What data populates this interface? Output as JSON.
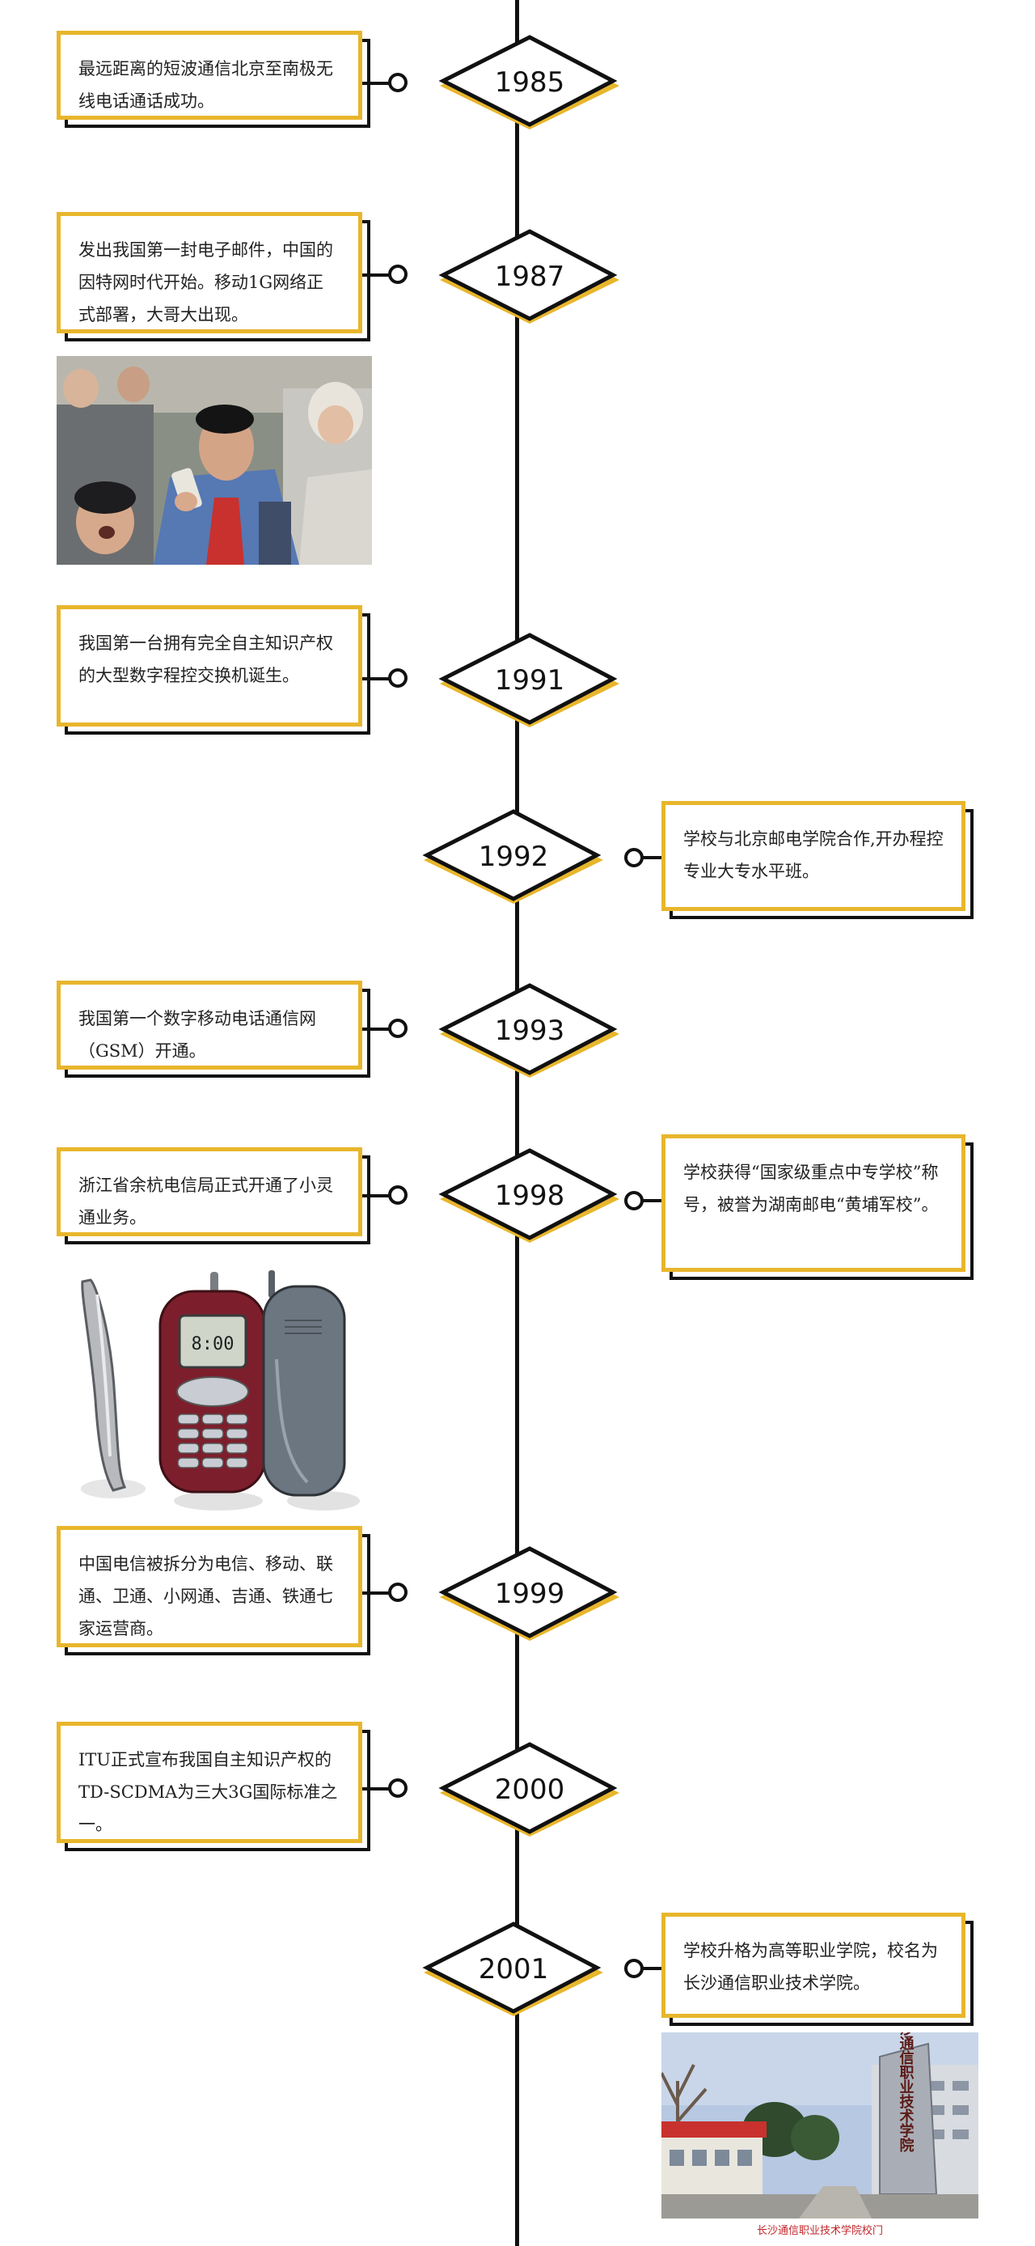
{
  "timeline": [
    {
      "id": "1985",
      "year": "1985",
      "text": "最远距离的短波通信北京至南极无线电话通话成功。"
    },
    {
      "id": "1987",
      "year": "1987",
      "text": "发出我国第一封电子邮件，中国的因特网时代开始。移动1G网络正式部署，大哥大出现。"
    },
    {
      "id": "1991",
      "year": "1991",
      "text": "我国第一台拥有完全自主知识产权的大型数字程控交换机诞生。"
    },
    {
      "id": "1992",
      "year": "1992",
      "text": "学校与北京邮电学院合作,开办程控专业大专水平班。"
    },
    {
      "id": "1993",
      "year": "1993",
      "text": "我国第一个数字移动电话通信网（GSM）开通。"
    },
    {
      "id": "1998",
      "year": "1998",
      "text_left": "浙江省余杭电信局正式开通了小灵通业务。",
      "text_right": "学校获得“国家级重点中专学校”称号，被誉为湖南邮电“黄埔军校”。"
    },
    {
      "id": "1999",
      "year": "1999",
      "text": "中国电信被拆分为电信、移动、联通、卫通、小网通、吉通、铁通七家运营商。"
    },
    {
      "id": "2000",
      "year": "2000",
      "text": "ITU正式宣布我国自主知识产权的TD-SCDMA为三大3G国际标准之一。"
    },
    {
      "id": "2001",
      "year": "2001",
      "text": "学校升格为高等职业学院，校名为长沙通信职业技术学院。"
    }
  ],
  "phone_screen_time": "8:00",
  "campus_sign": "长沙通信职业技术学院",
  "campus_photo_caption": "长沙通信职业技术学院校门",
  "colors": {
    "accent": "#e8b62c",
    "line": "#111111",
    "caption": "#c0262b"
  }
}
